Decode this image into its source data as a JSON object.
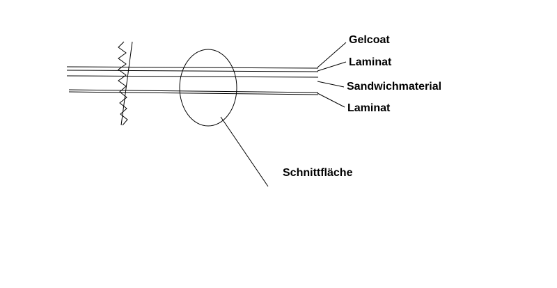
{
  "labels": {
    "gelcoat": "Gelcoat",
    "laminat_top": "Laminat",
    "sandwich": "Sandwichmaterial",
    "laminat_bottom": "Laminat",
    "cut_surface": "Schnittfläche"
  },
  "colors": {
    "line": "#000000",
    "background": "#ffffff"
  }
}
